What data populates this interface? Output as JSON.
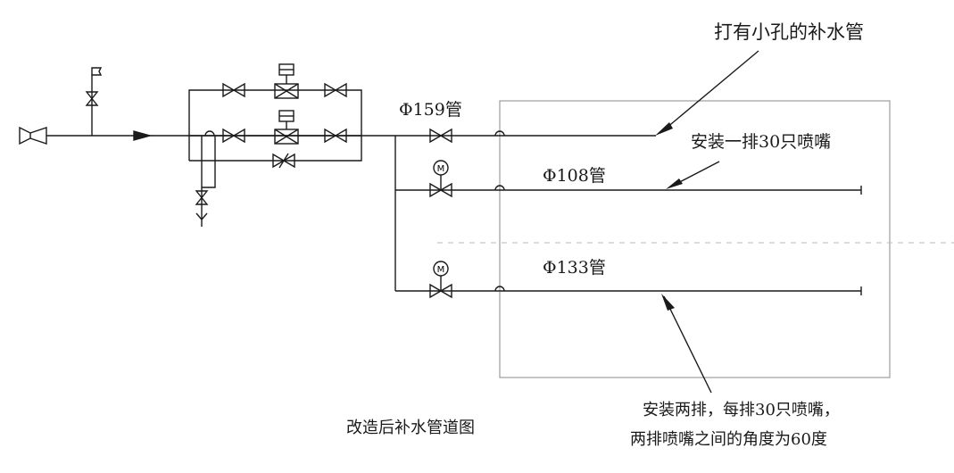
{
  "labels": {
    "top_pipe": "打有小孔的补水管",
    "pipe_159": "Φ159管",
    "row_nozzles": "安装一排30只喷嘴",
    "pipe_108": "Φ108管",
    "pipe_133": "Φ133管",
    "bottom_line1": "安装两排，每排30只喷嘴，",
    "bottom_line2": "两排喷嘴之间的角度为60度",
    "title": "改造后补水管道图"
  },
  "symbols": {
    "motor_letter": "M"
  }
}
